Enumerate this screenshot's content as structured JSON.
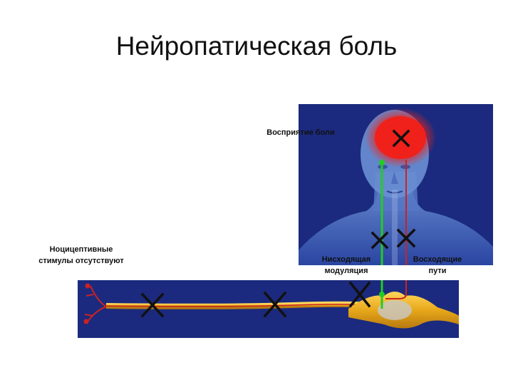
{
  "title": "Нейропатическая боль",
  "labels": {
    "perception": "Восприятие боли",
    "nociceptive": "Ноцицептивные\nстимулы отсутствуют",
    "descending": "Нисходящая\nмодуляция",
    "ascending": "Восходящие\nпути"
  },
  "colors": {
    "panel_bg": "#1b2a7e",
    "brain_glow": "#ff2a1a",
    "descending_path": "#22cc22",
    "ascending_path": "#cc2222",
    "nerve_fiber": "#e8a81a",
    "cross_mark": "#111111"
  }
}
